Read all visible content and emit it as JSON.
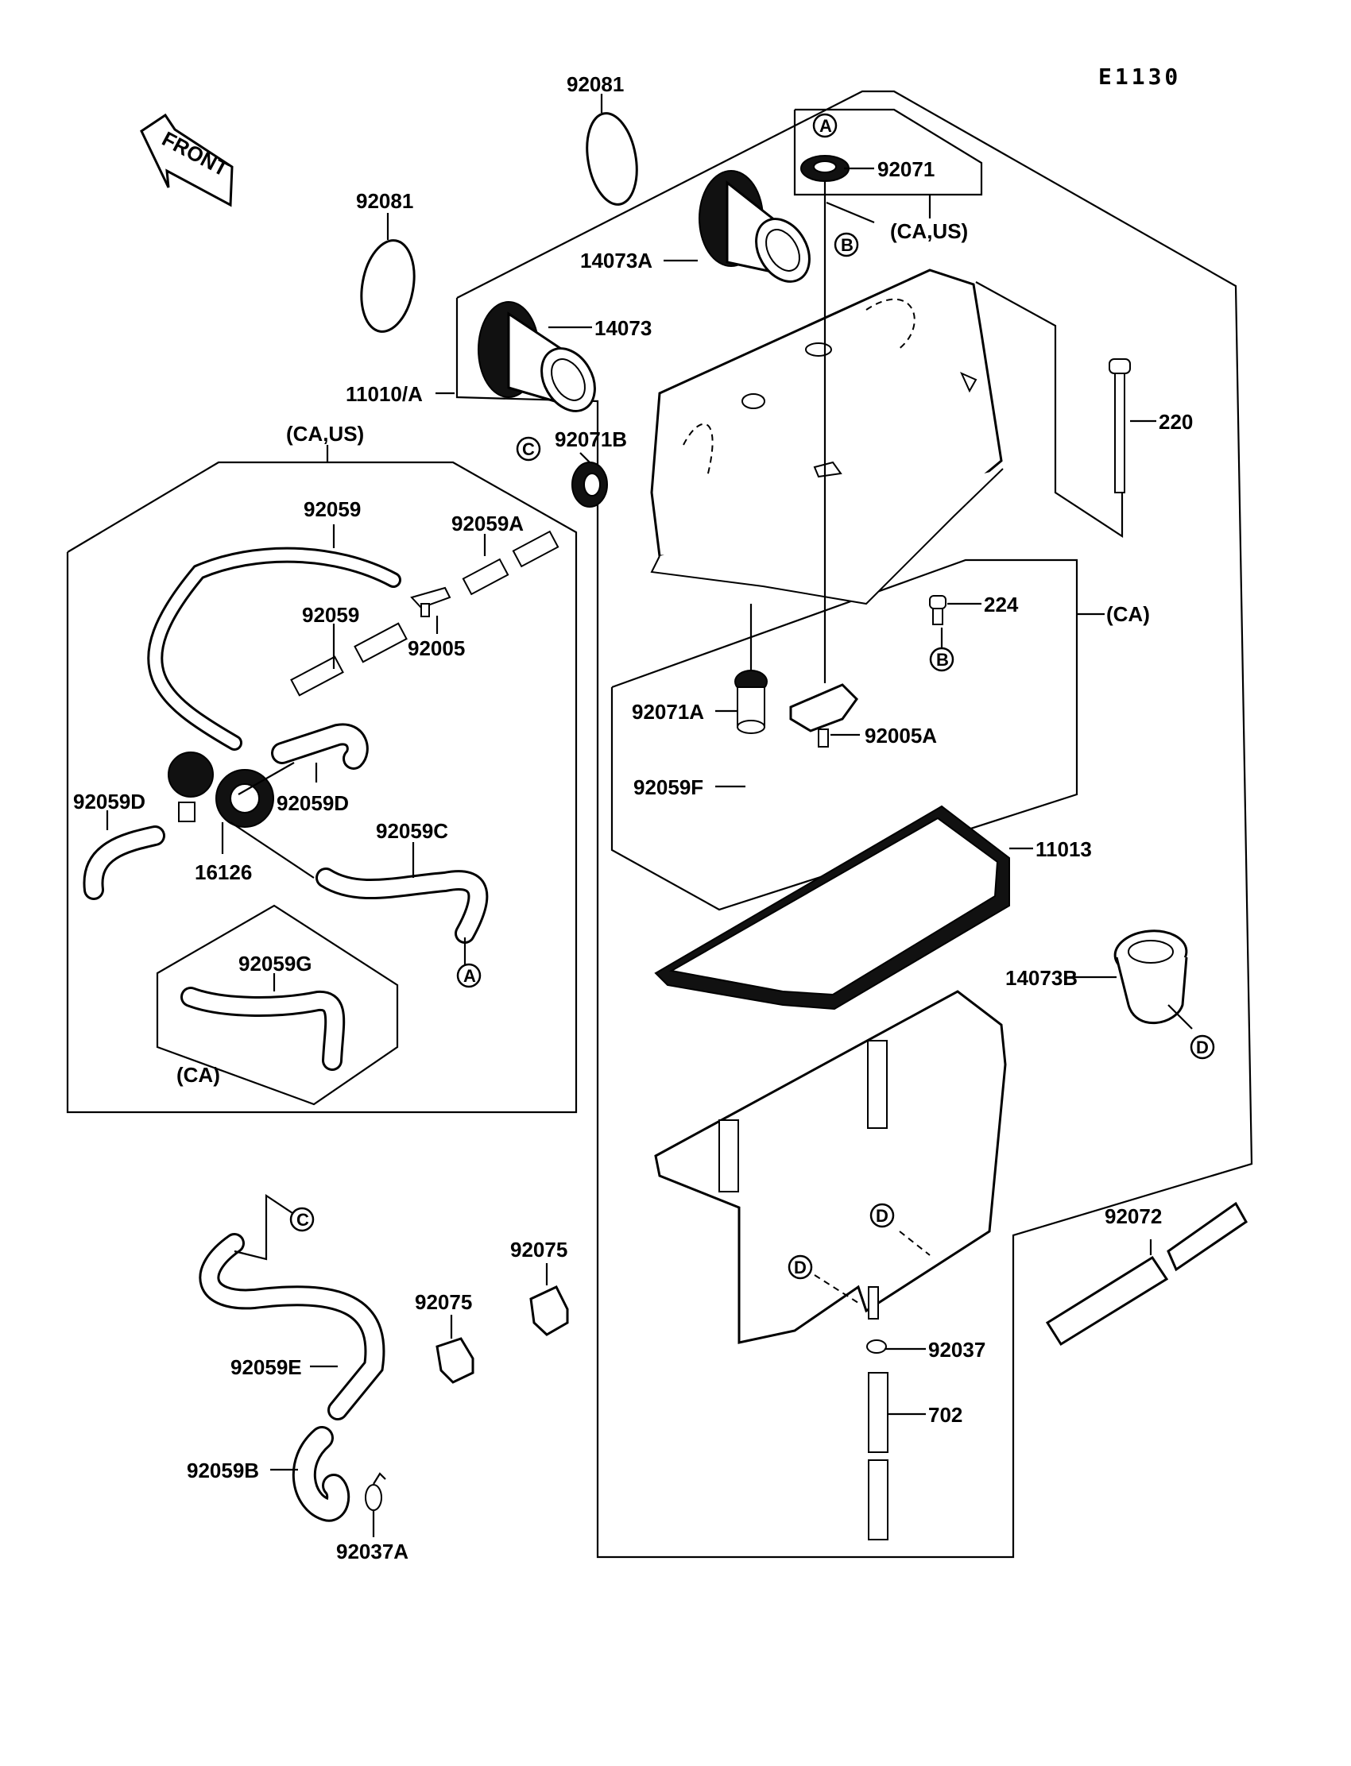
{
  "diagram_code": "E1130",
  "front_label": "FRONT",
  "parts": [
    {
      "id": "p92081a",
      "label": "92081"
    },
    {
      "id": "p92081b",
      "label": "92081"
    },
    {
      "id": "p14073A",
      "label": "14073A"
    },
    {
      "id": "p14073",
      "label": "14073"
    },
    {
      "id": "p11010A",
      "label": "11010/A"
    },
    {
      "id": "p92071",
      "label": "92071"
    },
    {
      "id": "p92071B",
      "label": "92071B"
    },
    {
      "id": "p220",
      "label": "220"
    },
    {
      "id": "p224",
      "label": "224"
    },
    {
      "id": "p92071A",
      "label": "92071A"
    },
    {
      "id": "p92005A",
      "label": "92005A"
    },
    {
      "id": "p92059F",
      "label": "92059F"
    },
    {
      "id": "p11013",
      "label": "11013"
    },
    {
      "id": "p14073B",
      "label": "14073B"
    },
    {
      "id": "p92059",
      "label": "92059"
    },
    {
      "id": "p92059A",
      "label": "92059A"
    },
    {
      "id": "p92059b2",
      "label": "92059"
    },
    {
      "id": "p92005",
      "label": "92005"
    },
    {
      "id": "p92059Da",
      "label": "92059D"
    },
    {
      "id": "p92059Db",
      "label": "92059D"
    },
    {
      "id": "p92059C",
      "label": "92059C"
    },
    {
      "id": "p16126",
      "label": "16126"
    },
    {
      "id": "p92059G",
      "label": "92059G"
    },
    {
      "id": "p92072",
      "label": "92072"
    },
    {
      "id": "p92075a",
      "label": "92075"
    },
    {
      "id": "p92075b",
      "label": "92075"
    },
    {
      "id": "p92037",
      "label": "92037"
    },
    {
      "id": "p702",
      "label": "702"
    },
    {
      "id": "p92059E",
      "label": "92059E"
    },
    {
      "id": "p92059B",
      "label": "92059B"
    },
    {
      "id": "p92037A",
      "label": "92037A"
    }
  ],
  "region_notes": {
    "ca_us_top": "(CA,US)",
    "ca_us_left": "(CA,US)",
    "ca_right": "(CA)",
    "ca_inner": "(CA)"
  },
  "refs": {
    "A": "A",
    "B": "B",
    "C": "C",
    "D": "D"
  }
}
